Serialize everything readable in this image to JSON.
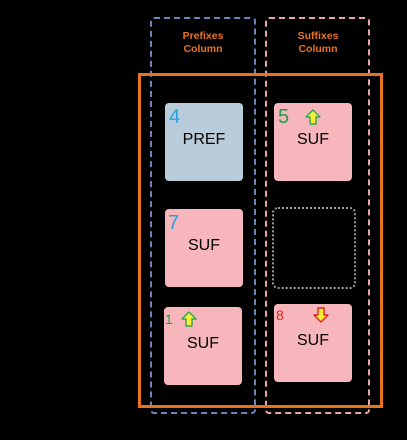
{
  "columns": {
    "prefix_header_line1": "Prefixes",
    "prefix_header_line2": "Column",
    "suffix_header_line1": "Suffixes",
    "suffix_header_line2": "Column"
  },
  "tiles": [
    {
      "number": "4",
      "label": "PREF",
      "kind": "prefix",
      "arrow": "none",
      "number_color": "#2a9fe0"
    },
    {
      "number": "5",
      "label": "SUF",
      "kind": "suffix",
      "arrow": "up",
      "number_color": "#1e9e4a"
    },
    {
      "number": "7",
      "label": "SUF",
      "kind": "suffix",
      "arrow": "none",
      "number_color": "#2a9fe0"
    },
    {
      "number": "1",
      "label": "SUF",
      "kind": "suffix",
      "arrow": "up",
      "number_color": "#1e9e4a"
    },
    {
      "number": "8",
      "label": "SUF",
      "kind": "suffix",
      "arrow": "down",
      "number_color": "#e02020"
    }
  ],
  "colors": {
    "background": "#000000",
    "frame": "#e8731e",
    "prefix_guide": "#6a86b8",
    "suffix_guide": "#e8a6a6",
    "suffix_tile": "#f6b6bb",
    "prefix_tile": "#b9ccdc",
    "arrow_up_fill": "#f7ee3a",
    "arrow_up_stroke": "#2fa84f",
    "arrow_down_fill": "#f7ee3a",
    "arrow_down_stroke": "#e02020"
  },
  "icons": {
    "arrow_up": "up-arrow-icon",
    "arrow_down": "down-arrow-icon"
  }
}
